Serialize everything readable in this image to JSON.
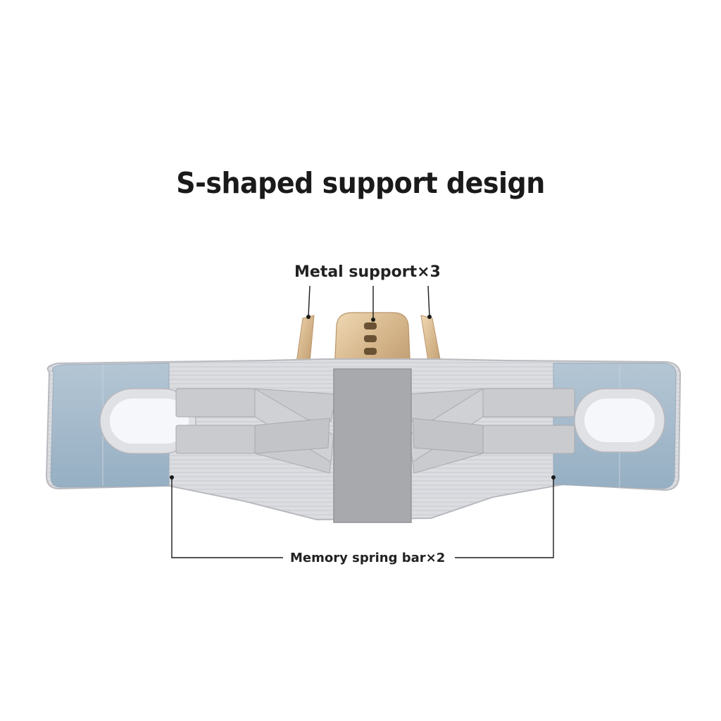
{
  "diagram": {
    "title": "S-shaped support design",
    "callouts": {
      "metal_support": "Metal support×3",
      "memory_spring_bar": "Memory spring bar×2"
    }
  },
  "colors": {
    "belt_body": "#d9dade",
    "side_panel_blue": "#a7bccd",
    "velcro_patch": "#f4f5f8",
    "strap": "#c9cacc",
    "center_panel": "#a9aaae",
    "metal_plate": "#d8b98e",
    "callout_line": "#1a1a1a"
  }
}
